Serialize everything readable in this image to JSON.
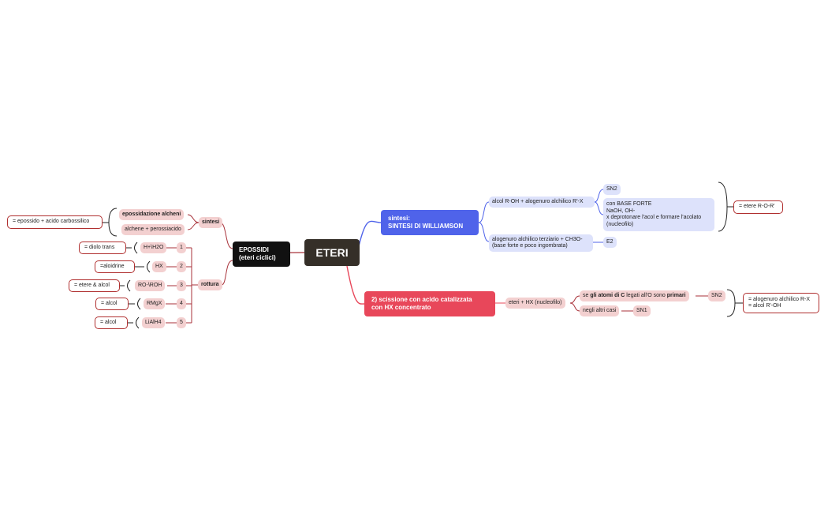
{
  "root": {
    "label": "ETERI"
  },
  "epossidi": {
    "label_line1": "EPOSSIDI",
    "label_line2": "(eteri ciclici)",
    "sintesi": {
      "label": "sintesi",
      "items": [
        "epossidazione alcheni",
        "alchene + perossiacido"
      ],
      "result": "= epossido + acido carbossilico"
    },
    "rottura": {
      "label": "rottura",
      "items": [
        {
          "reagent": "H+\\H2O",
          "num": "1",
          "result": "= diolo trans"
        },
        {
          "reagent": "HX",
          "num": "2",
          "result": "=aloidrine"
        },
        {
          "reagent": "RO-\\ROH",
          "num": "3",
          "result": "= etere & alcol"
        },
        {
          "reagent": "RMgX",
          "num": "4",
          "result": "= alcol"
        },
        {
          "reagent": "LiAlH4",
          "num": "5",
          "result": "= alcol"
        }
      ]
    }
  },
  "williamson": {
    "label_line1": "sintesi:",
    "label_line2": "SINTESI DI WILLIAMSON",
    "branch1": "alcol R-OH + alogenuro alchilico R'-X",
    "sn2": "SN2",
    "conditions": [
      "con BASE FORTE",
      "NaOH, OH-",
      "x deprotonare l'acol e formare l'acolato",
      "(nucleofilo)"
    ],
    "branch2_line1": "alogenuro alchilico terziario + CH3O-",
    "branch2_line2": "(base forte e poco ingombrata)",
    "e2": "E2",
    "result": "= etere R-O-R'"
  },
  "scissione": {
    "label_line1": "2) scissione con acido catalizzata",
    "label_line2": "con HX concentrato",
    "reaction": "eteri + HX (nucleofilo)",
    "case1_pre": "se ",
    "case1_bold1": "gli atomi di C",
    "case1_mid": " legati all'O sono ",
    "case1_bold2": "primari",
    "case1_mech": "SN2",
    "case2": "negli altri casi",
    "case2_mech": "SN1",
    "result_line1": "= alogenuro alchilico R-X",
    "result_line2": "= alcol R'-OH"
  },
  "colors": {
    "root": "#352f28",
    "epossidi": "#111111",
    "epossidi_lines": "#a8323a",
    "williamson": "#4f63ea",
    "williamson_pill": "#dde2fb",
    "scissione": "#e8475a",
    "pink_pill": "#f3d0d0"
  }
}
